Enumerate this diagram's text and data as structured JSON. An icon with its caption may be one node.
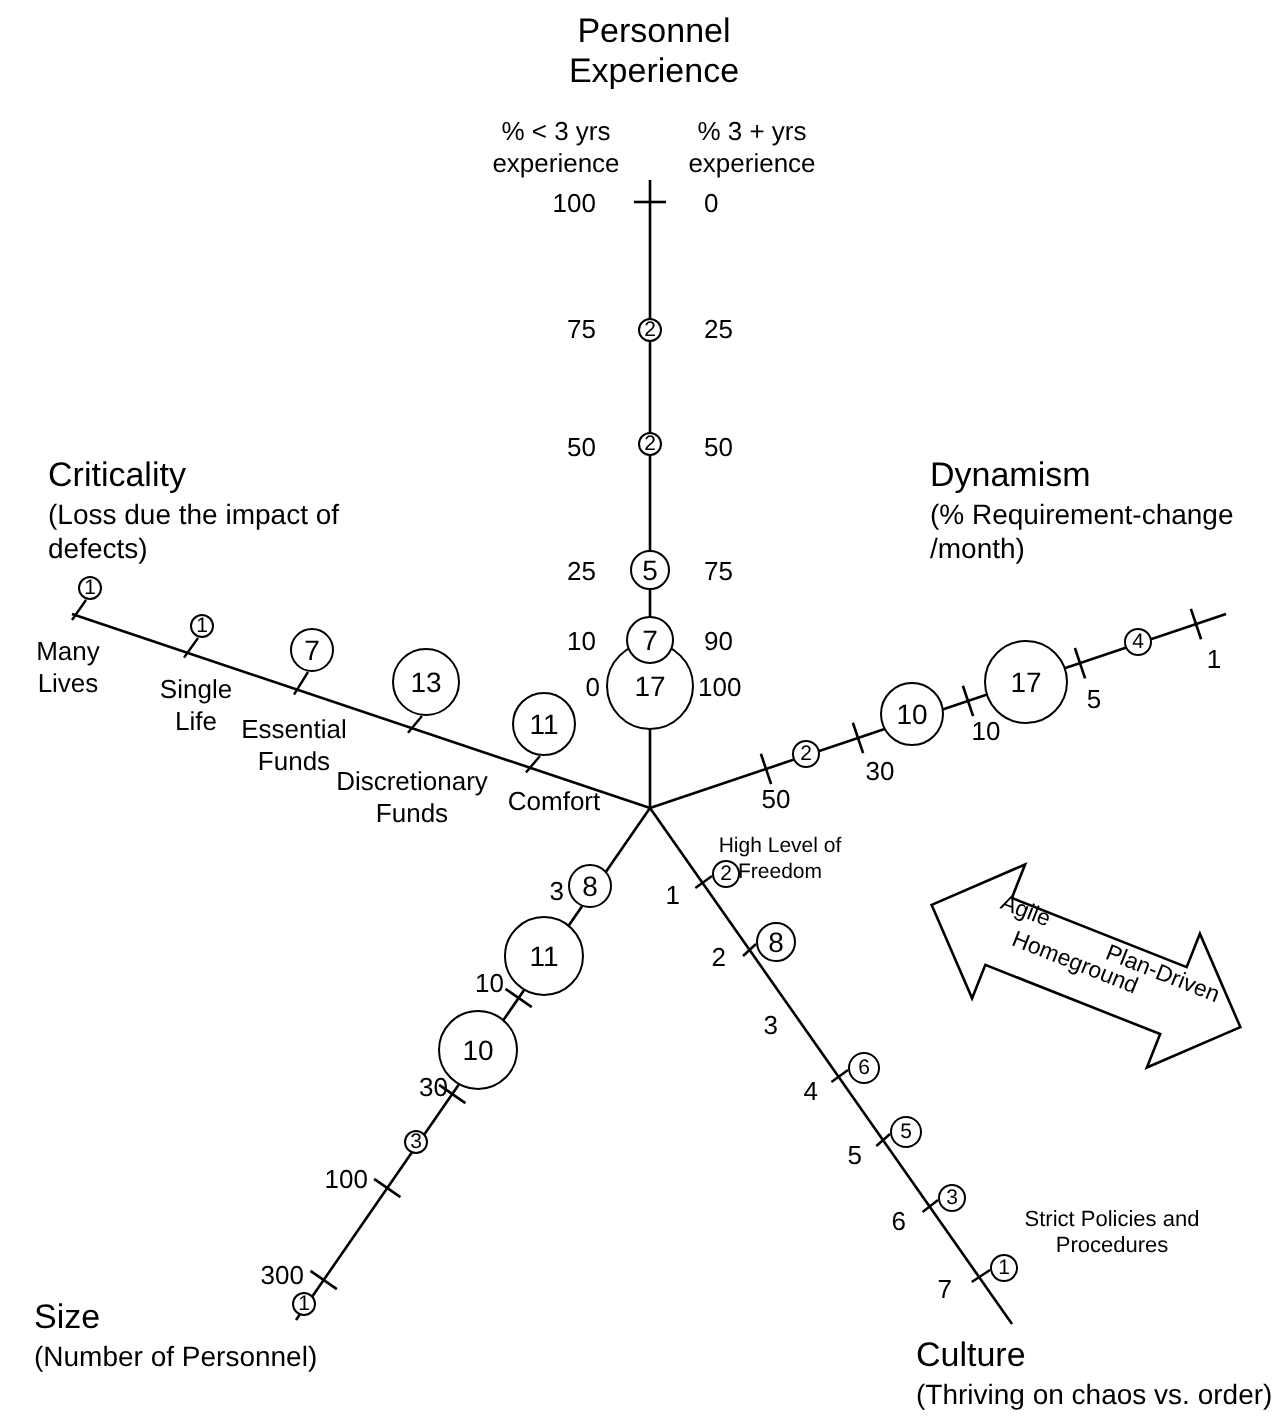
{
  "diagram": {
    "nodes": [
      {
        "text": [
          "2"
        ]
      },
      {
        "text": [
          "2"
        ]
      },
      {
        "text": [
          "5"
        ]
      },
      {
        "text": [
          "7"
        ]
      },
      {
        "text": [
          "17"
        ]
      },
      {
        "text": [
          "1"
        ]
      },
      {
        "text": [
          "1"
        ]
      },
      {
        "text": [
          "7"
        ]
      },
      {
        "text": [
          "13"
        ]
      },
      {
        "text": [
          "11"
        ]
      },
      {
        "text": [
          "2"
        ]
      },
      {
        "text": [
          "10"
        ]
      },
      {
        "text": [
          "17"
        ]
      },
      {
        "text": [
          "4"
        ]
      },
      {
        "text": [
          "8"
        ]
      },
      {
        "text": [
          "11"
        ]
      },
      {
        "text": [
          "10"
        ]
      },
      {
        "text": [
          "3"
        ]
      },
      {
        "text": [
          "1"
        ]
      },
      {
        "text": [
          "2"
        ]
      },
      {
        "text": [
          "8"
        ]
      },
      {
        "text": [
          "6"
        ]
      },
      {
        "text": [
          "5"
        ]
      },
      {
        "text": [
          "3"
        ]
      },
      {
        "text": [
          "1"
        ]
      },
      {
        "text": [
          "Agile",
          "Homeground",
          "Plan-Driven"
        ]
      }
    ],
    "labels": [
      "Personnel Experience",
      "% < 3 yrs experience",
      "% 3 + yrs experience",
      "100",
      "0",
      "75",
      "25",
      "50",
      "50",
      "25",
      "75",
      "10",
      "90",
      "0",
      "100",
      "Criticality",
      "(Loss due the impact of defects)",
      "Dynamism",
      "(% Requirement-change /month)",
      "Many Lives",
      "Single Life",
      "Essential Funds",
      "Discretionary Funds",
      "Comfort",
      "50",
      "30",
      "10",
      "5",
      "1",
      "High Level of Freedom",
      "3",
      "1",
      "10",
      "2",
      "30",
      "3",
      "4",
      "100",
      "5",
      "6",
      "300",
      "Strict Policies and Procedures",
      "7",
      "Size",
      "(Number of Personnel)",
      "Culture",
      "(Thriving on chaos vs. order)"
    ]
  }
}
